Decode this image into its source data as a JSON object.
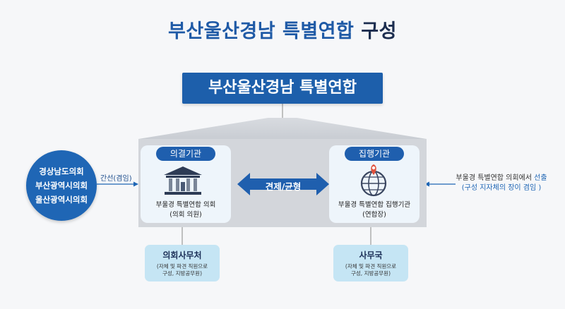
{
  "title": {
    "part1": "부산울산경남 특별연합",
    "part2": "구성"
  },
  "main_box": "부산울산경남 특별연합",
  "council": {
    "pill": "의결기관",
    "name": "부울경 특별연합 의회",
    "sub": "(의회 의원)",
    "icon": "government-building-icon"
  },
  "executive": {
    "pill": "집행기관",
    "name": "부울경 특별연합 집행기관",
    "sub": "(연합장)",
    "icon": "globe-location-icon"
  },
  "center_arrow": "견제/균형",
  "members": [
    "경상남도의회",
    "부산광역시의회",
    "울산광역시의회"
  ],
  "left_arrow_label": "간선(겸임)",
  "right_note": {
    "line1_prefix": "부울경 특별연합 의회에서 ",
    "line1_highlight": "선출",
    "line2": "(구성 지자체의 장이 겸임 )"
  },
  "council_office": {
    "title": "의회사무처",
    "desc1": "(자체 및 파견 직원으로",
    "desc2": "구성, 지방공무원)"
  },
  "secretariat": {
    "title": "사무국",
    "desc1": "(자체 및 파견 직원으로",
    "desc2": "구성, 지방공무원)"
  },
  "colors": {
    "primary": "#1f5fae",
    "navy": "#1c2d4f",
    "light_blue": "#c5e5f4"
  }
}
